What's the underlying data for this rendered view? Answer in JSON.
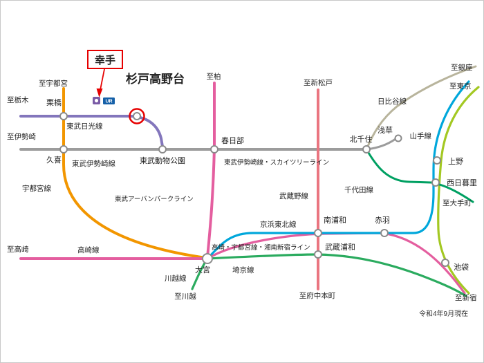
{
  "note": {
    "as_of": "令和4年9月現在"
  },
  "highlight": {
    "color": "#e60000",
    "satte_label": "幸手",
    "sugito_label": "杉戸高野台"
  },
  "badges": {
    "ur": "UR",
    "ur_color": "#1560a8",
    "marker_color": "#7a5ba6"
  },
  "palette": {
    "station_stroke": "#8a8a8a",
    "border": "#c8c8c8"
  },
  "lines": {
    "tobu_nikko": {
      "name": "東武日光線",
      "color": "#8376bc",
      "label_color": "#4d55aa"
    },
    "tobu_isesaki": {
      "name": "東武伊勢崎線",
      "color": "#9c9c9c",
      "label_color": "#4d55aa"
    },
    "tobu_skytree": {
      "name": "東武伊勢崎線・スカイツリーライン",
      "color": "#9c9c9c",
      "label_color": "#4d55aa"
    },
    "utsunomiya": {
      "name": "宇都宮線",
      "color": "#f29600",
      "label_color": "#f08300"
    },
    "urban_park": {
      "name": "東武アーバンパークライン",
      "color": "#e45e9f",
      "label_color": "#e4007f"
    },
    "takasaki": {
      "name": "高崎線",
      "color": "#e45e9f",
      "label_color": "#e4007f"
    },
    "shonan_shinjuku": {
      "name": "高崎・宇都宮線・湘南新宿ライン",
      "color": "#e45e9f",
      "label_color": "#e4007f"
    },
    "keihin_tohoku": {
      "name": "京浜東北線",
      "color": "#00a7db",
      "label_color": "#008fd5"
    },
    "musashino": {
      "name": "武蔵野線",
      "color": "#ea7580",
      "label_color": "#e55f6e"
    },
    "saikyo": {
      "name": "埼京線",
      "color": "#2bab5f",
      "label_color": "#1f9e51"
    },
    "kawagoe": {
      "name": "川越線",
      "color": "#2bab5f",
      "label_color": "#1f9e51"
    },
    "yamanote": {
      "name": "山手線",
      "color": "#a3c822",
      "label_color": "#8aab00"
    },
    "hibiya": {
      "name": "日比谷線",
      "color": "#b8b49c",
      "label_color": "#a3a06e"
    },
    "chiyoda": {
      "name": "千代田線",
      "color": "#00a062",
      "label_color": "#009158"
    }
  },
  "stations": {
    "kurihashi": "栗橋",
    "kuki": "久喜",
    "tobu_dobutsu_koen": "東武動物公園",
    "kasukabe": "春日部",
    "kitasenju": "北千住",
    "asakusa": "浅草",
    "ueno": "上野",
    "nishi_nippori": "西日暮里",
    "ikebukuro": "池袋",
    "omiya": "大宮",
    "minami_urawa": "南浦和",
    "akabane": "赤羽",
    "musashi_urawa": "武蔵浦和"
  },
  "destinations": {
    "tochigi": "至栃木",
    "utsunomiya": "至宇都宮",
    "isesaki": "至伊勢崎",
    "takasaki": "至高崎",
    "kashiwa": "至柏",
    "shin_matsudo": "至新松戸",
    "ginza": "至銀座",
    "tokyo": "至東京",
    "otemachi": "至大手町",
    "kawagoe": "至川越",
    "fuchu_hommachi": "至府中本町",
    "shinjuku": "至新宿"
  }
}
